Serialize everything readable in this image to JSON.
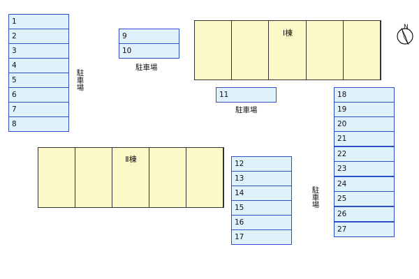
{
  "compass": {
    "label": "N",
    "icon": "north-arrow-icon"
  },
  "buildings": [
    {
      "id": "building-1",
      "name": "Ⅰ棟",
      "units": 5
    },
    {
      "id": "building-2",
      "name": "Ⅱ棟",
      "units": 5
    }
  ],
  "parking_labels": [
    "駐車場",
    "駐車場",
    "駐車場",
    "駐車場"
  ],
  "stalls": {
    "left": [
      "1",
      "2",
      "3",
      "4",
      "5",
      "6",
      "7",
      "8"
    ],
    "top_center": [
      "9",
      "10"
    ],
    "single": [
      "11"
    ],
    "center_bottom": [
      "12",
      "13",
      "14",
      "15",
      "16",
      "17"
    ],
    "right": [
      "18",
      "19",
      "20",
      "21",
      "22",
      "23",
      "24",
      "25",
      "26",
      "27"
    ]
  },
  "colors": {
    "stall_fill": "#dff1fb",
    "stall_border": "#2e4fc4",
    "building_fill": "#fdf8c8"
  }
}
